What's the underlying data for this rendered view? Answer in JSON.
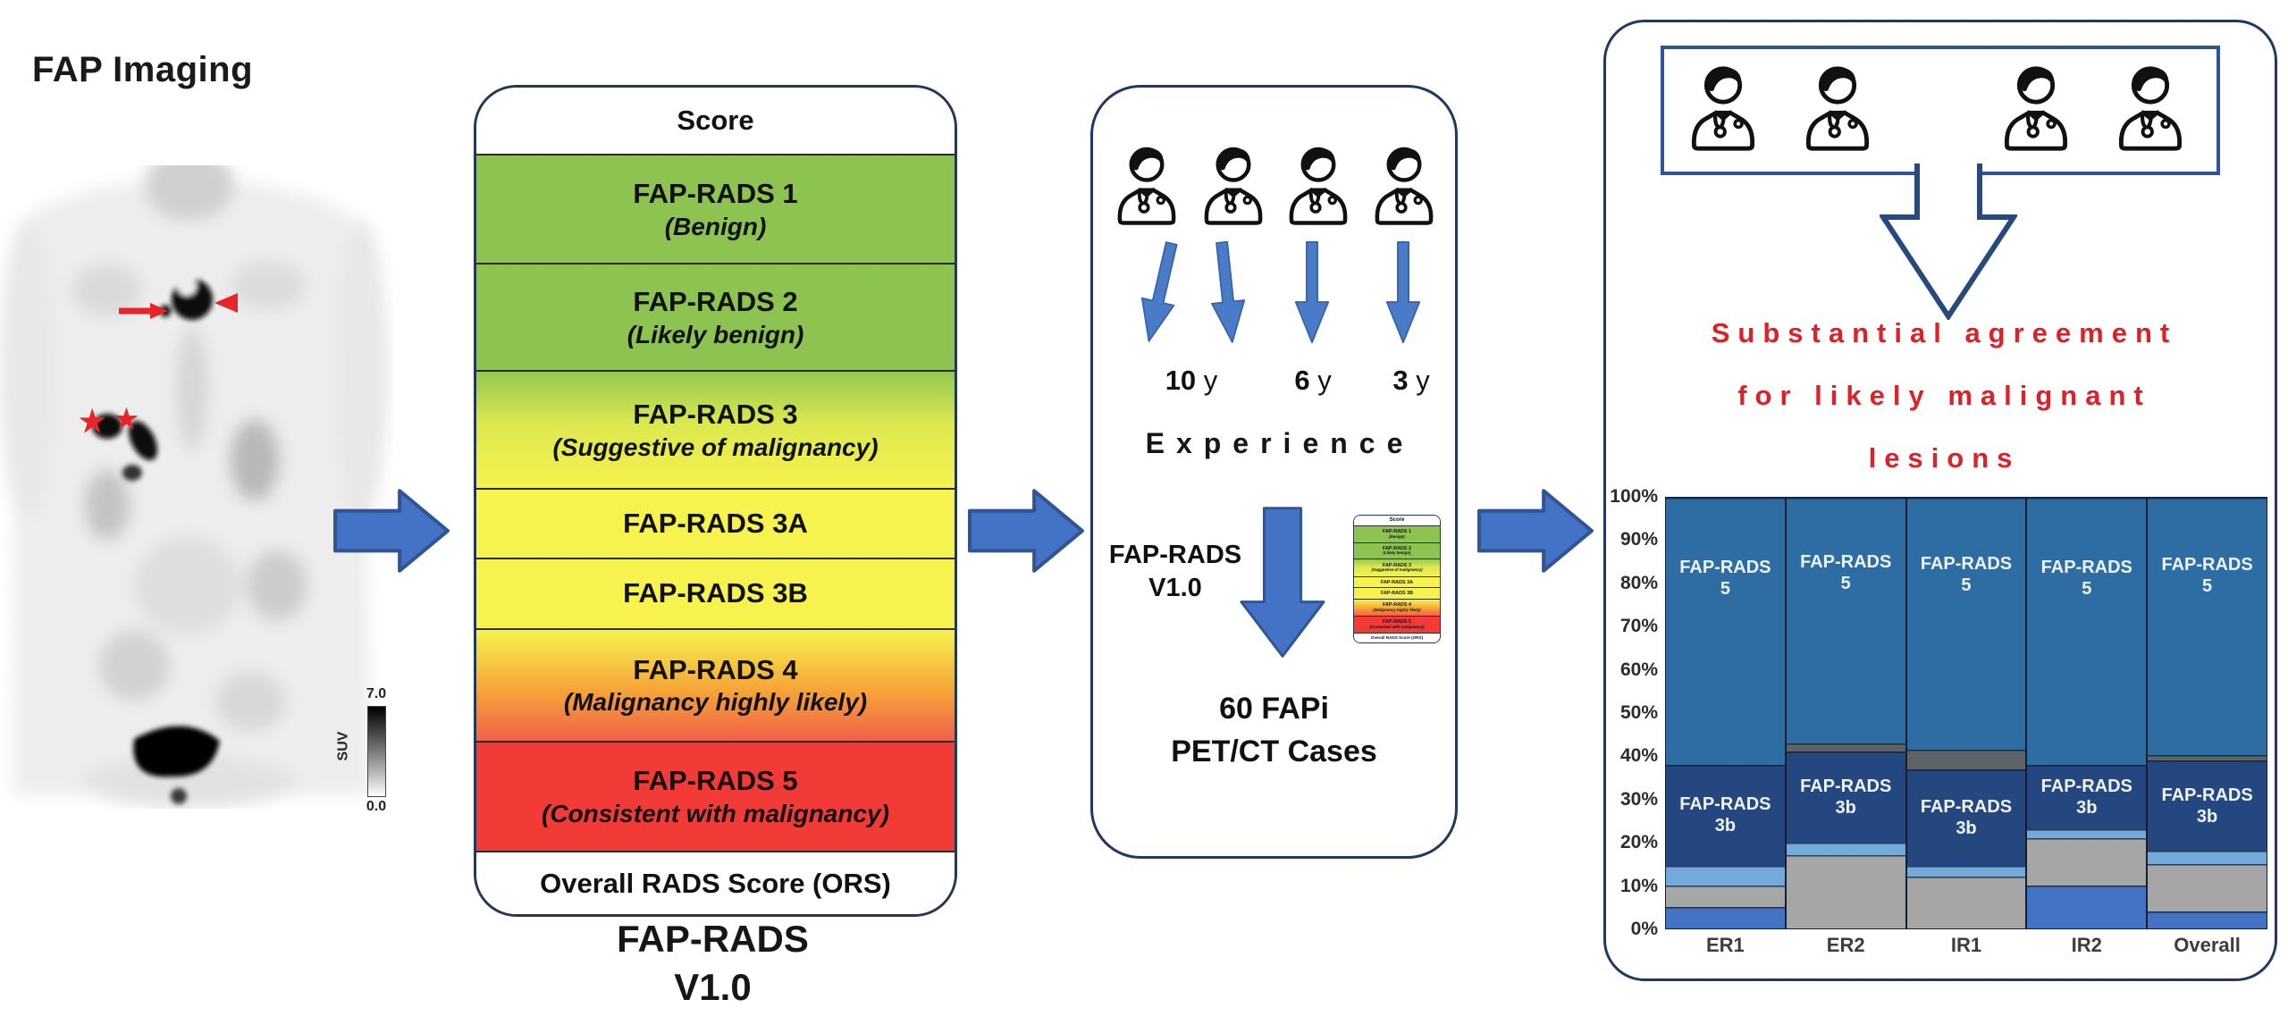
{
  "left_panel": {
    "title": "FAP Imaging",
    "suv": {
      "label": "SUV",
      "max": "7.0",
      "min": "0.0"
    }
  },
  "score_table": {
    "header": "Score",
    "rows": [
      {
        "title": "FAP-RADS 1",
        "subtitle": "(Benign)",
        "bg": "#8CC351"
      },
      {
        "title": "FAP-RADS 2",
        "subtitle": "(Likely benign)",
        "bg": "#8CC351"
      },
      {
        "title": "FAP-RADS 3",
        "subtitle": "(Suggestive of malignancy)",
        "bg": "linear-gradient(180deg,#94C750 0%,#DCE84F 45%,#F6F24E 100%)"
      },
      {
        "title": "FAP-RADS 3A",
        "subtitle": "",
        "bg": "#F6F24E"
      },
      {
        "title": "FAP-RADS 3B",
        "subtitle": "",
        "bg": "#F6F24E"
      },
      {
        "title": "FAP-RADS 4",
        "subtitle": "(Malignancy highly likely)",
        "bg": "linear-gradient(180deg,#F6F24E 0%,#F6A437 55%,#F2604B 100%)"
      },
      {
        "title": "FAP-RADS 5",
        "subtitle": "(Consistent with malignancy)",
        "bg": "#F23B37"
      }
    ],
    "footer": "Overall RADS Score (ORS)",
    "caption": [
      "FAP-RADS",
      "V1.0"
    ]
  },
  "middle_panel": {
    "years": [
      {
        "n": "10",
        "u": "y"
      },
      {
        "n": "6",
        "u": "y"
      },
      {
        "n": "3",
        "u": "y"
      }
    ],
    "experience": "Experience",
    "rads_version": [
      "FAP-RADS",
      "V1.0"
    ],
    "cases": [
      "60 FAPi",
      "PET/CT Cases"
    ]
  },
  "right_panel": {
    "headline_lines": [
      "Substantial agreement",
      "for likely malignant",
      "lesions"
    ],
    "headline_color": "#DE2127"
  },
  "chart_data": {
    "type": "bar",
    "stacked": true,
    "unit": "percent",
    "categories": [
      "ER1",
      "ER2",
      "IR1",
      "IR2",
      "Overall"
    ],
    "series": [
      {
        "name": "other-score-blue",
        "color": "#4472C4",
        "values": [
          5,
          0,
          0,
          10,
          4
        ]
      },
      {
        "name": "other-score-gray",
        "color": "#A6A6A6",
        "values": [
          5,
          17,
          12,
          11,
          11
        ]
      },
      {
        "name": "other-score-lightblue",
        "color": "#74A9DC",
        "values": [
          4.5,
          3,
          2.5,
          2,
          3
        ]
      },
      {
        "name": "FAP-RADS 3b",
        "color": "#24477F",
        "values": [
          23.5,
          21,
          22.5,
          15,
          21
        ],
        "label": "FAP-RADS\n3b",
        "label_pos": "center"
      },
      {
        "name": "other-score-darkgray",
        "color": "#5E6366",
        "values": [
          0,
          2,
          4.5,
          0,
          1.3
        ]
      },
      {
        "name": "FAP-RADS 5",
        "color": "#2E6DA4",
        "values": [
          62,
          57,
          58.5,
          62,
          59.7
        ],
        "label": "FAP-RADS\n5",
        "label_pos": "upper"
      }
    ],
    "ylim": [
      0,
      100
    ],
    "ytick_step": 10,
    "ytick_suffix": "%",
    "legend": "none",
    "gridlines": false
  }
}
